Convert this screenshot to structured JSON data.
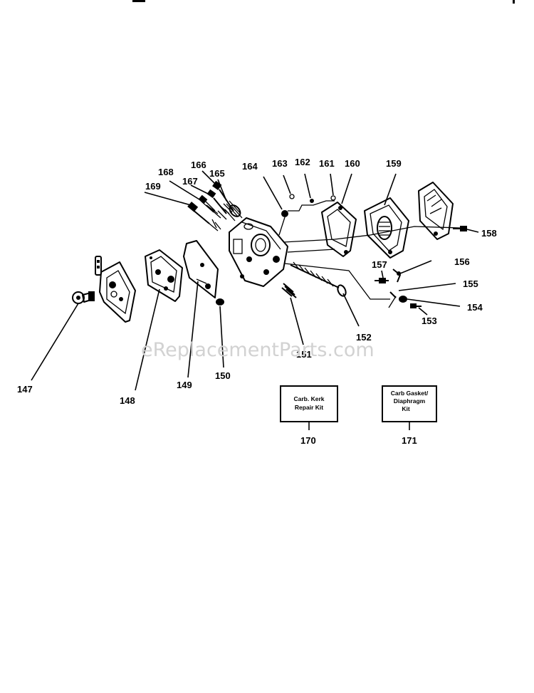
{
  "watermark": "eReplacementParts.com",
  "part_numbers": {
    "p147": "147",
    "p148": "148",
    "p149": "149",
    "p150": "150",
    "p151": "151",
    "p152": "152",
    "p153": "153",
    "p154": "154",
    "p155": "155",
    "p156": "156",
    "p157": "157",
    "p158": "158",
    "p159": "159",
    "p160": "160",
    "p161": "161",
    "p162": "162",
    "p163": "163",
    "p164": "164",
    "p165": "165",
    "p166": "166",
    "p167": "167",
    "p168": "168",
    "p169": "169",
    "p170": "170",
    "p171": "171"
  },
  "kits": {
    "k170": {
      "line1": "Carb. Kerk",
      "line2": "Repair Kit"
    },
    "k171": {
      "line1": "Carb Gasket/",
      "line2": "Diaphragm",
      "line3": "Kit"
    }
  }
}
